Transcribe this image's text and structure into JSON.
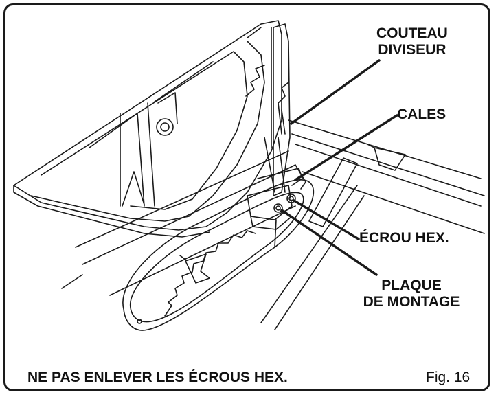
{
  "labels": {
    "riving_knife_line1": "COUTEAU",
    "riving_knife_line2": "DIVISEUR",
    "shims": "CALES",
    "hex_nut": "ÉCROU HEX.",
    "mounting_plate_line1": "PLAQUE",
    "mounting_plate_line2": "DE MONTAGE"
  },
  "caption": "NE PAS ENLEVER LES ÉCROUS HEX.",
  "figure_number": "Fig. 16",
  "colors": {
    "line": "#1a1a1a",
    "paper": "#ffffff"
  }
}
